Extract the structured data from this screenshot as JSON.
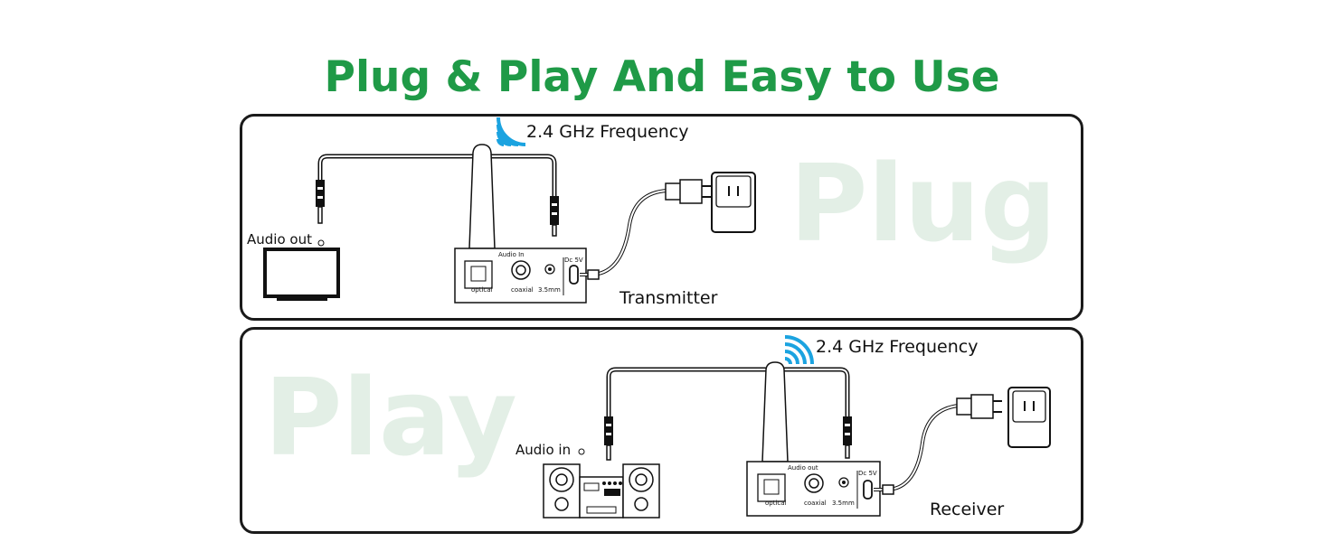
{
  "headline": "Plug & Play And Easy to Use",
  "colors": {
    "brand_green": "#1f9a47",
    "watermark_green": "#e3efe6",
    "wifi_blue": "#1ba3e0"
  },
  "transmitter_panel": {
    "watermark": "Plug",
    "frequency_label": "2.4 GHz Frequency",
    "source_label": "Audio out",
    "device_label": "Transmitter",
    "port_header": "Audio In",
    "ports": [
      "optical",
      "coaxial",
      "3.5mm"
    ],
    "power_port": "Dc 5V"
  },
  "receiver_panel": {
    "watermark": "Play",
    "frequency_label": "2.4 GHz Frequency",
    "sink_label": "Audio in",
    "device_label": "Receiver",
    "port_header": "Audio out",
    "ports": [
      "optical",
      "coaxial",
      "3.5mm"
    ],
    "power_port": "Dc 5V"
  }
}
